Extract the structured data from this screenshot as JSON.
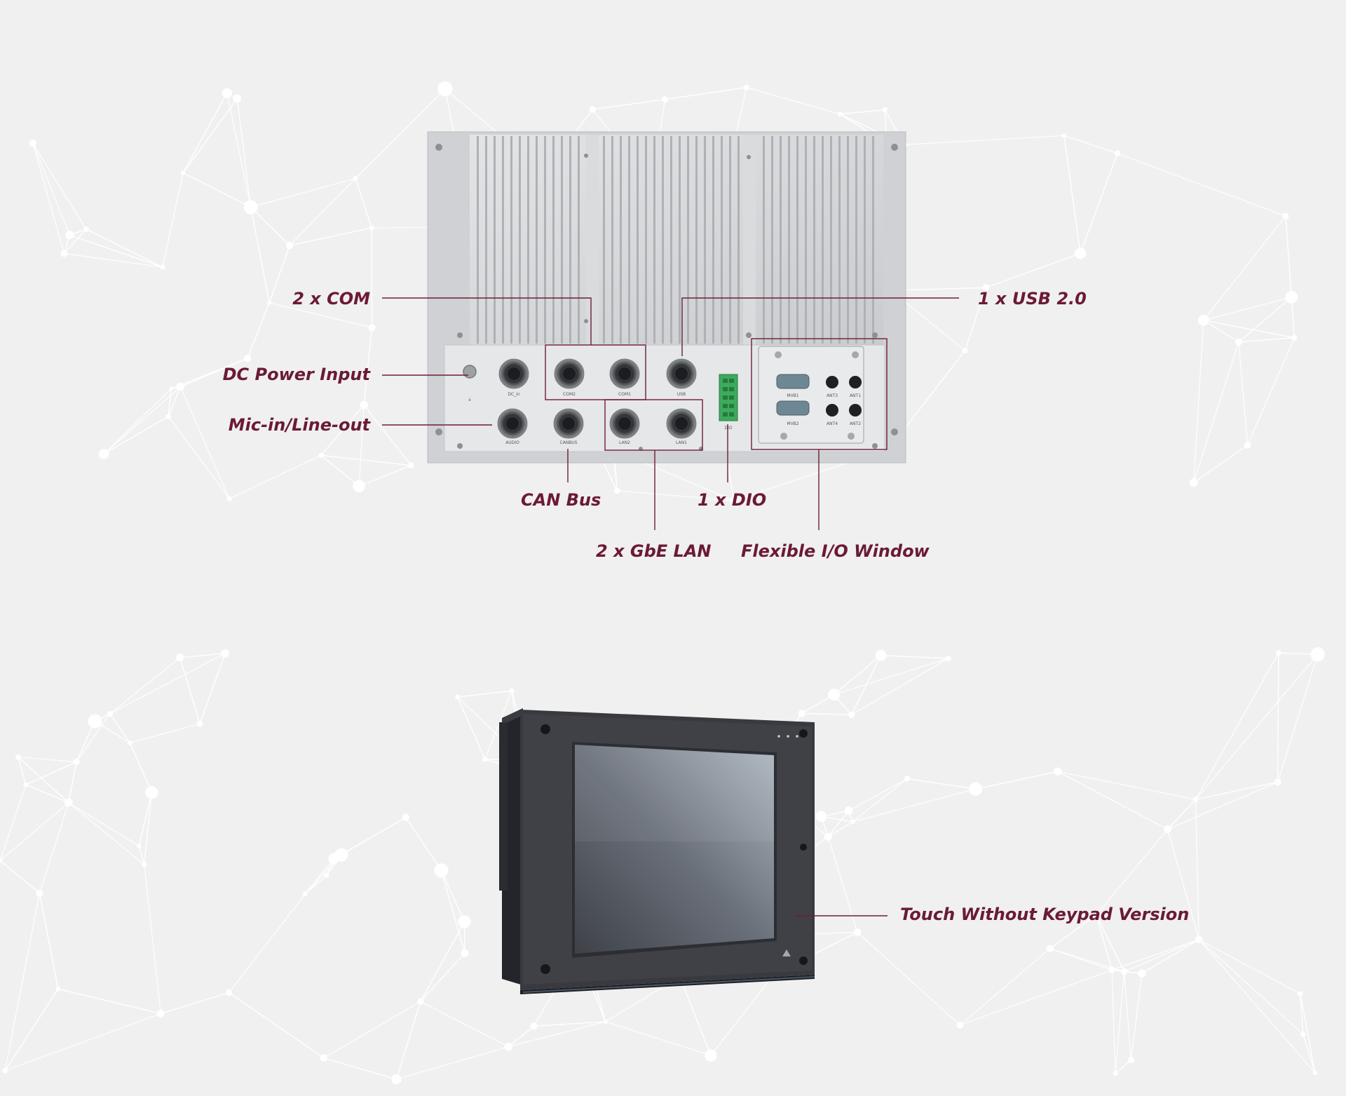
{
  "rear_view": {
    "callouts": {
      "com": "2 x COM",
      "usb": "1 x USB 2.0",
      "dc_power": "DC Power Input",
      "audio": "Mic-in/Line-out",
      "canbus": "CAN Bus",
      "dio": "1 x DIO",
      "lan": "2 x GbE LAN",
      "flexible_io": "Flexible I/O Window"
    },
    "port_labels": {
      "dc": "DC_in",
      "com2": "COM2",
      "com1": "COM1",
      "usb": "USB",
      "audio": "AUDIO",
      "canbus": "CANBUS",
      "lan2": "LAN2",
      "lan1": "LAN1",
      "dio": "DIO",
      "mvb1": "MVB1",
      "mvb2": "MVB2",
      "ant3": "ANT3",
      "ant1": "ANT1",
      "ant4": "ANT4",
      "ant2": "ANT2"
    }
  },
  "front_view": {
    "callout": "Touch Without Keypad Version"
  },
  "colors": {
    "accent": "#6b1a36",
    "background": "#f0f0f0",
    "chassis": "#d4d6d8",
    "bezel": "#35363b",
    "terminal_green": "#3daa5c"
  }
}
